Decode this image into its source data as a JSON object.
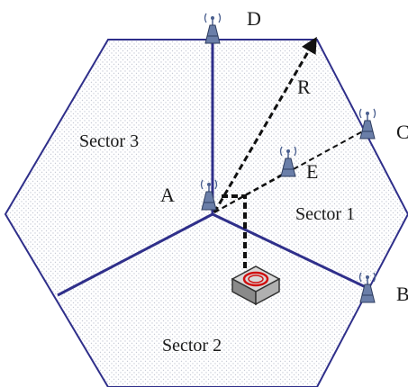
{
  "colors": {
    "sector_line": "#2f2f8a",
    "dashed_line": "#111111",
    "tower": "#4a5f8f",
    "dot_pattern": "#c7cbd6",
    "device_ring": "#d01010"
  },
  "sectors": [
    {
      "label": "Sector 1"
    },
    {
      "label": "Sector 2"
    },
    {
      "label": "Sector 3"
    }
  ],
  "nodes": {
    "A": "A",
    "B": "B",
    "C": "C",
    "D": "D",
    "E": "E"
  },
  "radius_label": "R",
  "icons": {
    "tower": "radio-tower-icon",
    "device": "base-station-device-icon"
  }
}
